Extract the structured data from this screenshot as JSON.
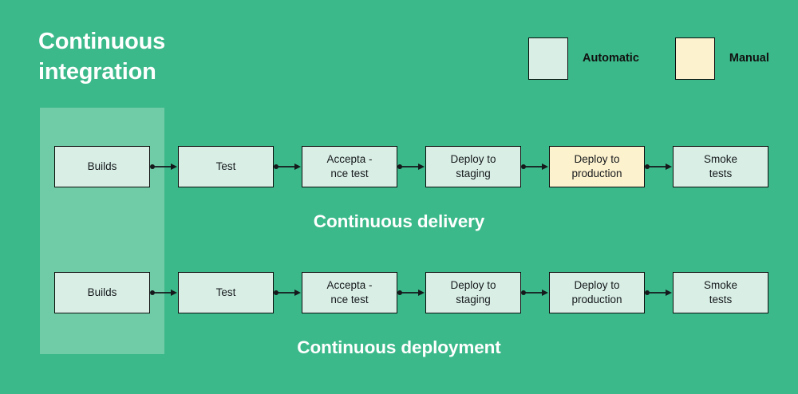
{
  "title": "Continuous\nintegration",
  "colors": {
    "background": "#3BB98A",
    "ci_band": "#6FCCA6",
    "automatic_fill": "#D9EFE6",
    "manual_fill": "#FDF2CE",
    "stroke": "#0D0D0D",
    "caption_text": "#FFFFFF"
  },
  "legend": {
    "items": [
      {
        "label": "Automatic",
        "swatch": "automatic-swatch",
        "fill": "#D9EFE6"
      },
      {
        "label": "Manual",
        "swatch": "manual-swatch",
        "fill": "#FDF2CE"
      }
    ]
  },
  "rows": [
    {
      "caption": "Continuous delivery",
      "nodes": [
        {
          "label": "Builds",
          "type": "Automatic"
        },
        {
          "label": "Test",
          "type": "Automatic"
        },
        {
          "label": "Accepta -\nnce test",
          "type": "Automatic"
        },
        {
          "label": "Deploy to\nstaging",
          "type": "Automatic"
        },
        {
          "label": "Deploy to\nproduction",
          "type": "Manual"
        },
        {
          "label": "Smoke\ntests",
          "type": "Automatic"
        }
      ]
    },
    {
      "caption": "Continuous deployment",
      "nodes": [
        {
          "label": "Builds",
          "type": "Automatic"
        },
        {
          "label": "Test",
          "type": "Automatic"
        },
        {
          "label": "Accepta -\nnce test",
          "type": "Automatic"
        },
        {
          "label": "Deploy to\nstaging",
          "type": "Automatic"
        },
        {
          "label": "Deploy to\nproduction",
          "type": "Automatic"
        },
        {
          "label": "Smoke\ntests",
          "type": "Automatic"
        }
      ]
    }
  ]
}
